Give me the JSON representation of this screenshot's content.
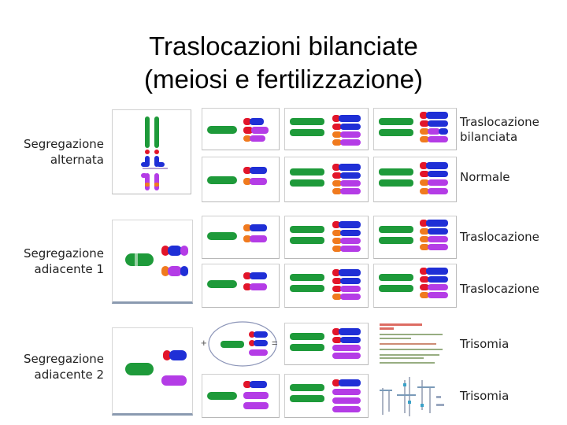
{
  "title": {
    "line1": "Traslocazioni bilanciate",
    "line2": "(meiosi e fertilizzazione)"
  },
  "row_labels": [
    {
      "line1": "Segregazione",
      "line2": "alternata"
    },
    {
      "line1": "Segregazione",
      "line2": "adiacente 1"
    },
    {
      "line1": "Segregazione",
      "line2": "adiacente 2"
    }
  ],
  "outcomes": [
    {
      "line1": "Traslocazione",
      "line2": "bilanciata"
    },
    {
      "line1": "Normale",
      "line2": ""
    },
    {
      "line1": "Traslocazione",
      "line2": ""
    },
    {
      "line1": "Traslocazione",
      "line2": ""
    },
    {
      "line1": "Trisomia",
      "line2": ""
    },
    {
      "line1": "Trisomia",
      "line2": ""
    }
  ],
  "symbols": {
    "plus": "+",
    "equals": "="
  },
  "colors": {
    "green": "#1e9a3a",
    "red": "#e2152a",
    "blue": "#1f2fd6",
    "magenta": "#b43ce6",
    "orange": "#f07a1e"
  }
}
